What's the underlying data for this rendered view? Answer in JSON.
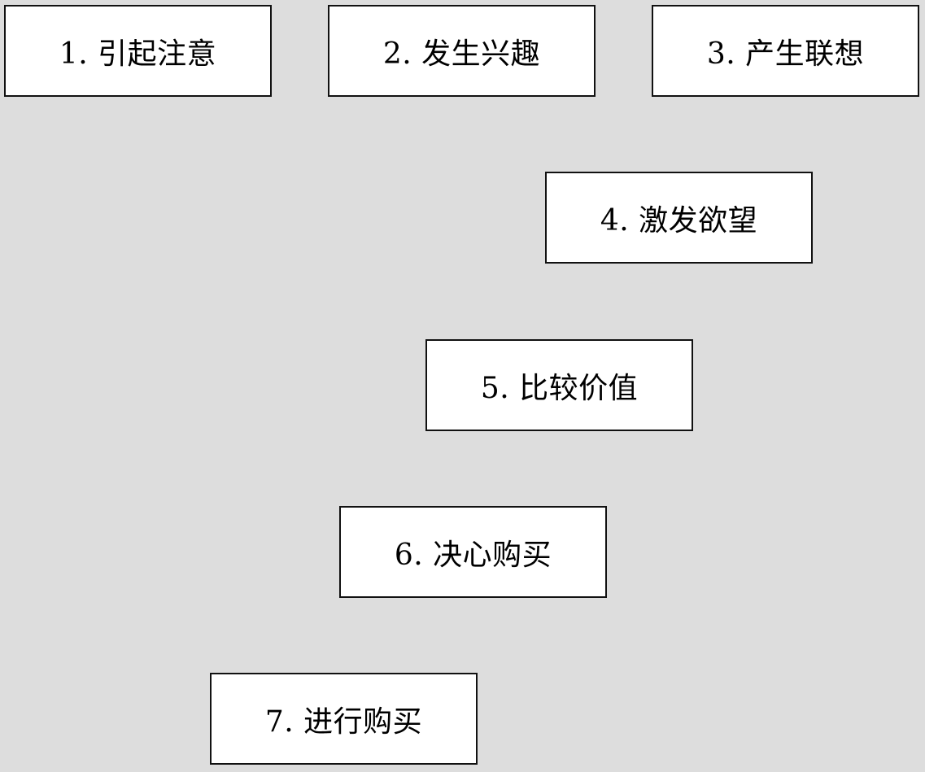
{
  "steps": [
    {
      "label": "1. 引起注意"
    },
    {
      "label": "2. 发生兴趣"
    },
    {
      "label": "3. 产生联想"
    },
    {
      "label": "4. 激发欲望"
    },
    {
      "label": "5. 比较价值"
    },
    {
      "label": "6. 决心购买"
    },
    {
      "label": "7. 进行购买"
    }
  ]
}
